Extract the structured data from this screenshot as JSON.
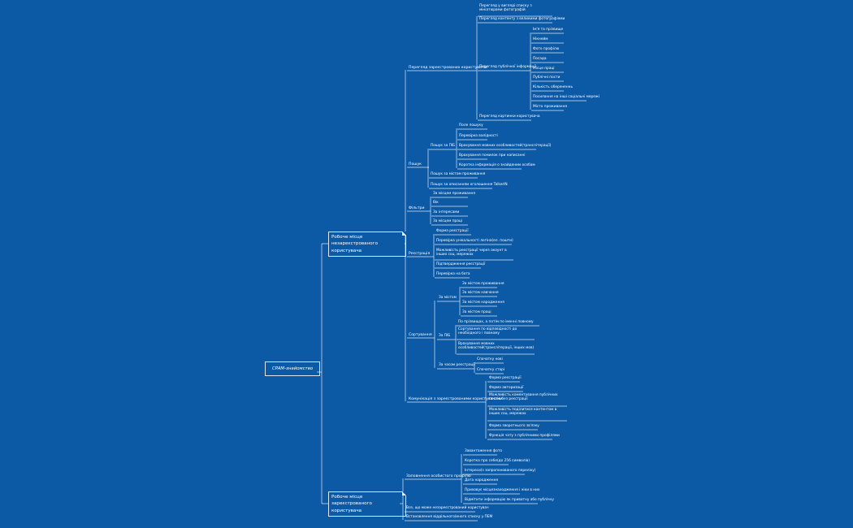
{
  "mindmap": {
    "root": "CPAM-знайомство",
    "branches": [
      {
        "label": "Робоче місце незареєстрованого користувача",
        "children": [
          {
            "label": "Перегляд зареєстрованих користувачів",
            "children": [
              {
                "label": "Перегляд у вигляді списку з мініатюрами фотографій"
              },
              {
                "label": "Перегляд контенту з великими фотографіями"
              },
              {
                "label": "Перегляд публічної інформації",
                "children": [
                  {
                    "label": "Ім'я та прізвище"
                  },
                  {
                    "label": "Нікнейм"
                  },
                  {
                    "label": "Фото профілю"
                  },
                  {
                    "label": "Посада"
                  },
                  {
                    "label": "Місце праці"
                  },
                  {
                    "label": "Публічні пости"
                  },
                  {
                    "label": "Кількість оберененнь"
                  },
                  {
                    "label": "Посилання на інші соціальні мережі"
                  },
                  {
                    "label": "Місто проживання"
                  }
                ]
              },
              {
                "label": "Перегляд картинки користувача"
              }
            ]
          },
          {
            "label": "Пошук",
            "children": [
              {
                "label": "Пошук за ПІБ",
                "children": [
                  {
                    "label": "Поле пошуку"
                  },
                  {
                    "label": "Перевірка валідності"
                  },
                  {
                    "label": "Врахування мовних особливостей(транслітерації)"
                  },
                  {
                    "label": "Врахування помилок при написанні"
                  },
                  {
                    "label": "Короткa інформація о знайденим особам"
                  }
                ]
              },
              {
                "label": "Пошук за містом проживання"
              },
              {
                "label": "Пошук за описанням оголошення TalkerIN"
              }
            ]
          },
          {
            "label": "Фільтри",
            "children": [
              {
                "label": "За місцем проживання"
              },
              {
                "label": "Вік"
              },
              {
                "label": "За інтересами"
              },
              {
                "label": "За місцем праці"
              }
            ]
          },
          {
            "label": "Реєстрація",
            "children": [
              {
                "label": "Форма реєстрації"
              },
              {
                "label": "Перевірка унікальності логіна(ел. пошти)"
              },
              {
                "label": "Можливість реєстрації через акаунт в інших соц. мережах"
              },
              {
                "label": "Підтвердження реєстрації"
              },
              {
                "label": "Перевірка на бота"
              }
            ]
          },
          {
            "label": "Сортування",
            "children": [
              {
                "label": "За містом",
                "children": [
                  {
                    "label": "За містом проживання"
                  },
                  {
                    "label": "За містом навчання"
                  },
                  {
                    "label": "За містом народження"
                  },
                  {
                    "label": "За містом праці"
                  }
                ]
              },
              {
                "label": "За ПІБ",
                "children": [
                  {
                    "label": "По прізвищах, а потім по іменні повному"
                  },
                  {
                    "label": "Сортування по відповідності до необхідного і повному"
                  },
                  {
                    "label": "Врахування мовних особливостей(транслітерації, інших мов)"
                  }
                ]
              },
              {
                "label": "За часом реєстрації",
                "children": [
                  {
                    "label": "Спочатку нові"
                  },
                  {
                    "label": "Спочатку старі"
                  }
                ]
              }
            ]
          },
          {
            "label": "Комунікація з зареєстрованими користувачами",
            "children": [
              {
                "label": "Форма реєстрації"
              },
              {
                "label": "Форма авторизації"
              },
              {
                "label": "Можливість коментування публічних постів без реєстрації"
              },
              {
                "label": "Можливість поділитися контентом в інших соц. мережах"
              },
              {
                "label": "Форма зворотнього зв'язку"
              },
              {
                "label": "Функція чату з публічними профілями"
              }
            ]
          }
        ]
      },
      {
        "label": "Робоче місце зареєстрованого користувача",
        "children": [
          {
            "label": "Заповнення особистого профілю",
            "children": [
              {
                "label": "Завантаження фото"
              },
              {
                "label": "Короткa про себе(до 256 символів)"
              },
              {
                "label": "Інтереси(з запропонованого переліку)"
              },
              {
                "label": "Дата народження"
              },
              {
                "label": "Приховує місцезнаходження і ніки в них"
              },
              {
                "label": "Відмітити інформацію як приватну або публічну"
              }
            ]
          },
          {
            "label": "Все, що може незареєстрований користувач"
          },
          {
            "label": "Встановлення віддільного/иного списку у ПЕМ"
          }
        ]
      }
    ]
  }
}
